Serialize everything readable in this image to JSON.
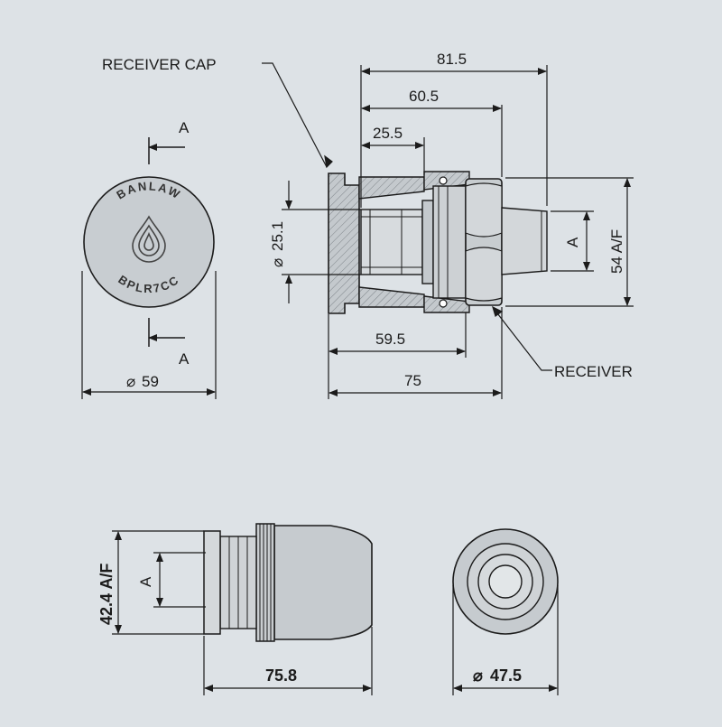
{
  "labels": {
    "receiver_cap": "RECEIVER CAP",
    "receiver": "RECEIVER"
  },
  "cap_view": {
    "brand": "BANLAW",
    "part_no": "BPLR7CC",
    "section_top": "A",
    "section_bottom": "A",
    "diameter": "59"
  },
  "side_view": {
    "dim_overall": "81.5",
    "dim_60": "60.5",
    "dim_25": "25.5",
    "dim_bore": "25.1",
    "dim_59": "59.5",
    "dim_75": "75",
    "dim_hex": "54 A/F",
    "section": "A"
  },
  "bottom_view": {
    "dim_hex": "42.4 A/F",
    "section": "A",
    "dim_length": "75.8",
    "diameter": "47.5"
  },
  "symbols": {
    "diameter": "⌀"
  },
  "colors": {
    "background": "#dde2e6",
    "line": "#1b1b1b",
    "body_fill": "#c4c9cd"
  }
}
